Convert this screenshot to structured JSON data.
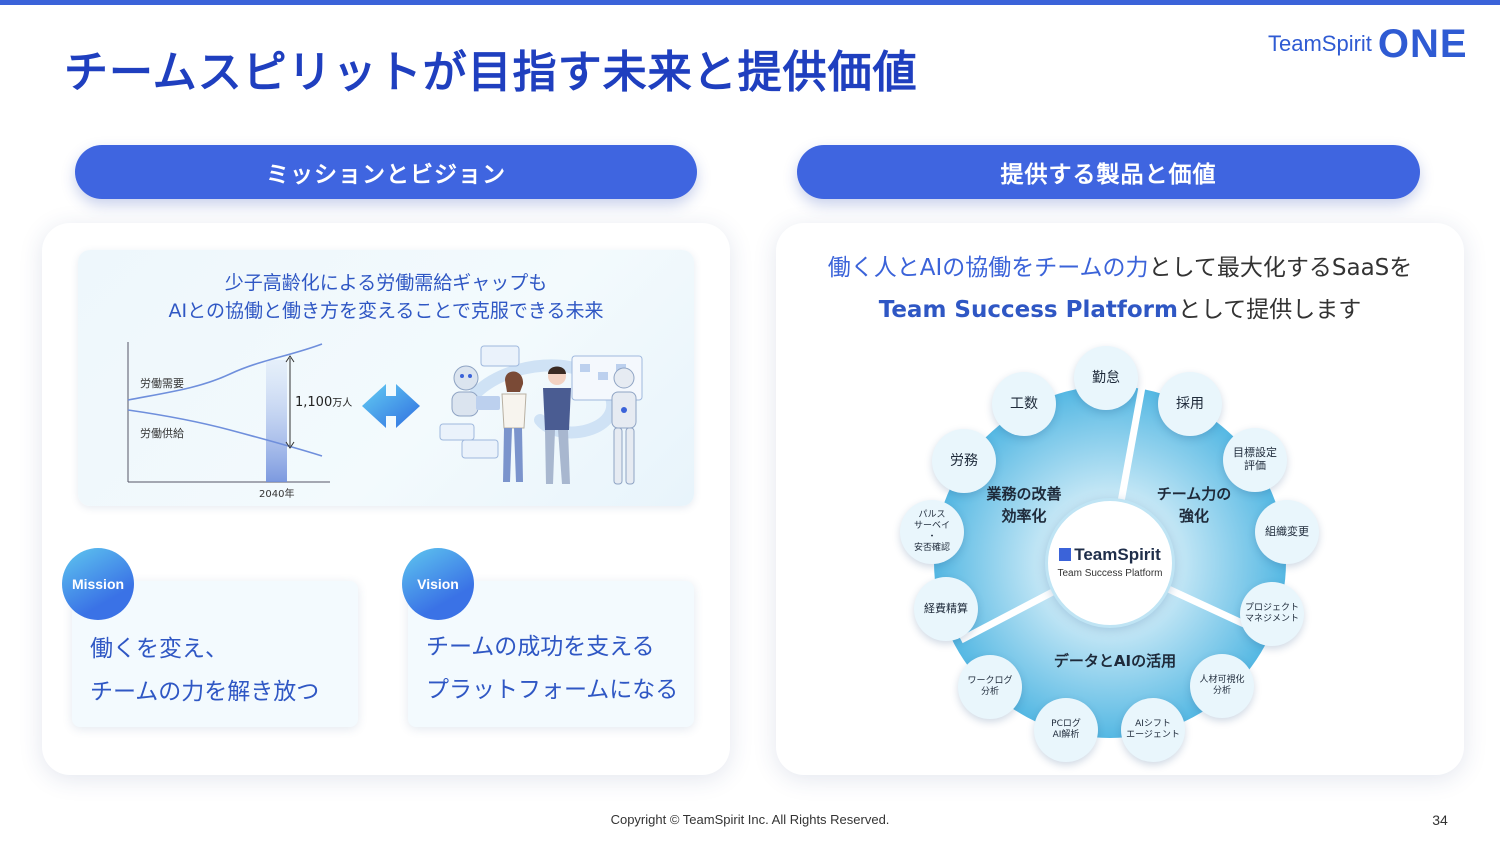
{
  "title": "チームスピリットが目指す未来と提供価値",
  "logo": {
    "text": "TeamSpirit",
    "one": "ONE"
  },
  "left": {
    "header": "ミッションとビジョン",
    "card": {
      "line1": "少子高齢化による労働需給ギャップも",
      "line2": "AIとの協働と働き方を変えることで克服できる未来",
      "demand_label": "労働需要",
      "supply_label": "労働供給",
      "gap_value": "1,100",
      "gap_unit": "万人",
      "year_label": "2040年"
    },
    "mission": {
      "badge": "Mission",
      "line1": "働くを変え、",
      "line2": "チームの力を解き放つ"
    },
    "vision": {
      "badge": "Vision",
      "line1": "チームの成功を支える",
      "line2": "プラットフォームになる"
    }
  },
  "right": {
    "header": "提供する製品と価値",
    "tagline": {
      "highlight": "働く人とAIの協働をチームの力",
      "rest": "として最大化するSaaSを",
      "brand": "Team Success Platform",
      "end": "として提供します"
    },
    "center": {
      "name": "TeamSpirit",
      "sub": "Team Success Platform"
    },
    "sectors": {
      "ops1": "業務の改善",
      "ops2": "効率化",
      "team1": "チーム力の",
      "team2": "強化",
      "data": "データとAIの活用"
    },
    "nodes": {
      "kintai": "勤怠",
      "kousu": "工数",
      "saiyou": "採用",
      "roumu": "労務",
      "mokuhyou1": "目標設定",
      "mokuhyou2": "評価",
      "pulse1": "パルス",
      "pulse2": "サーベイ",
      "pulse3": "・",
      "pulse4": "安否確認",
      "soshiki": "組織変更",
      "keihi": "経費精算",
      "pm1": "プロジェクト",
      "pm2": "マネジメント",
      "worklog1": "ワークログ",
      "worklog2": "分析",
      "jinzai1": "人材可視化",
      "jinzai2": "分析",
      "pclog1": "PCログ",
      "pclog2": "AI解析",
      "aishift1": "AIシフト",
      "aishift2": "エージェント"
    }
  },
  "footer": "Copyright © TeamSpirit Inc. All Rights Reserved.",
  "page_number": "34",
  "colors": {
    "brand_blue": "#3b63d9",
    "title_blue": "#1f3fbf",
    "light_blue": "#e9f6fc"
  }
}
